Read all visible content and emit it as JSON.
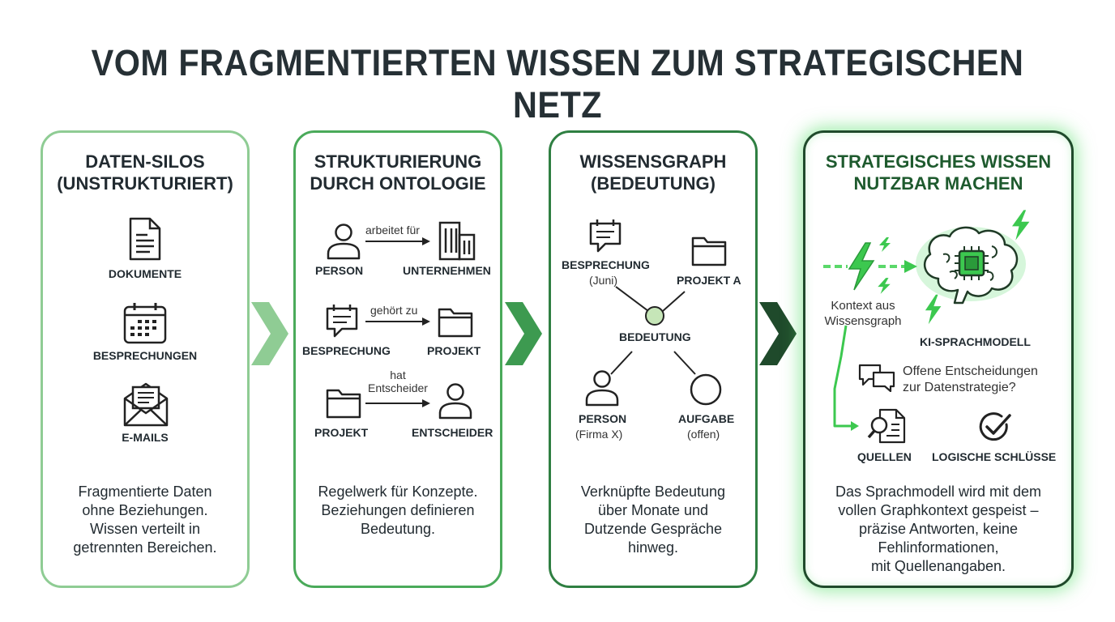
{
  "title": "VOM FRAGMENTIERTEN WISSEN ZUM STRATEGISCHEN NETZ",
  "panel1": {
    "title_line1": "DATEN-SILOS",
    "title_line2": "(UNSTRUKTURIERT)",
    "items": [
      "DOKUMENTE",
      "BESPRECHUNGEN",
      "E-MAILS"
    ],
    "desc": [
      "Fragmentierte Daten",
      "ohne Beziehungen.",
      "Wissen verteilt in",
      "getrennten Bereichen."
    ]
  },
  "panel2": {
    "title_line1": "STRUKTURIERUNG",
    "title_line2": "DURCH ONTOLOGIE",
    "rows": [
      {
        "from": "PERSON",
        "relation": "arbeitet für",
        "to": "UNTERNEHMEN"
      },
      {
        "from": "BESPRECHUNG",
        "relation": "gehört zu",
        "to": "PROJEKT"
      },
      {
        "from": "PROJEKT",
        "relation_line1": "hat",
        "relation_line2": "Entscheider",
        "to": "ENTSCHEIDER"
      }
    ],
    "desc": [
      "Regelwerk für Konzepte.",
      "Beziehungen definieren",
      "Bedeutung."
    ]
  },
  "panel3": {
    "title_line1": "WISSENSGRAPH",
    "title_line2": "(BEDEUTUNG)",
    "nodes": {
      "meeting": {
        "label": "BESPRECHUNG",
        "sub": "(Juni)"
      },
      "project": {
        "label": "PROJEKT A"
      },
      "center": {
        "label": "BEDEUTUNG"
      },
      "person": {
        "label": "PERSON",
        "sub": "(Firma X)"
      },
      "task": {
        "label": "AUFGABE",
        "sub": "(offen)"
      }
    },
    "desc": [
      "Verknüpfte Bedeutung",
      "über Monate und",
      "Dutzende Gespräche",
      "hinweg."
    ]
  },
  "panel4": {
    "title_line1": "STRATEGISCHES WISSEN",
    "title_line2": "NUTZBAR MACHEN",
    "context_line1": "Kontext aus",
    "context_line2": "Wissensgraph",
    "model_label": "KI-SPRACHMODELL",
    "question_line1": "Offene Entscheidungen",
    "question_line2": "zur Datenstrategie?",
    "sources_label": "QUELLEN",
    "logic_label": "LOGISCHE SCHLÜSSE",
    "desc": [
      "Das Sprachmodell wird mit dem",
      "vollen Graphkontext gespeist –",
      "präzise Antworten, keine",
      "Fehlinformationen,",
      "mit Quellenangaben."
    ]
  },
  "colors": {
    "panel1_border": "#8fcc94",
    "panel2_border": "#4aaa5a",
    "panel3_border": "#2f7f42",
    "panel4_border": "#1f4a2b",
    "accent_green": "#3cc84f",
    "text_dark": "#222b31"
  },
  "icons": [
    "document-icon",
    "calendar-icon",
    "email-icon",
    "person-icon",
    "building-icon",
    "chat-icon",
    "folder-icon",
    "lightning-icon",
    "brain-chip-icon",
    "search-document-icon",
    "checkmark-icon",
    "chevron-right-icon"
  ]
}
